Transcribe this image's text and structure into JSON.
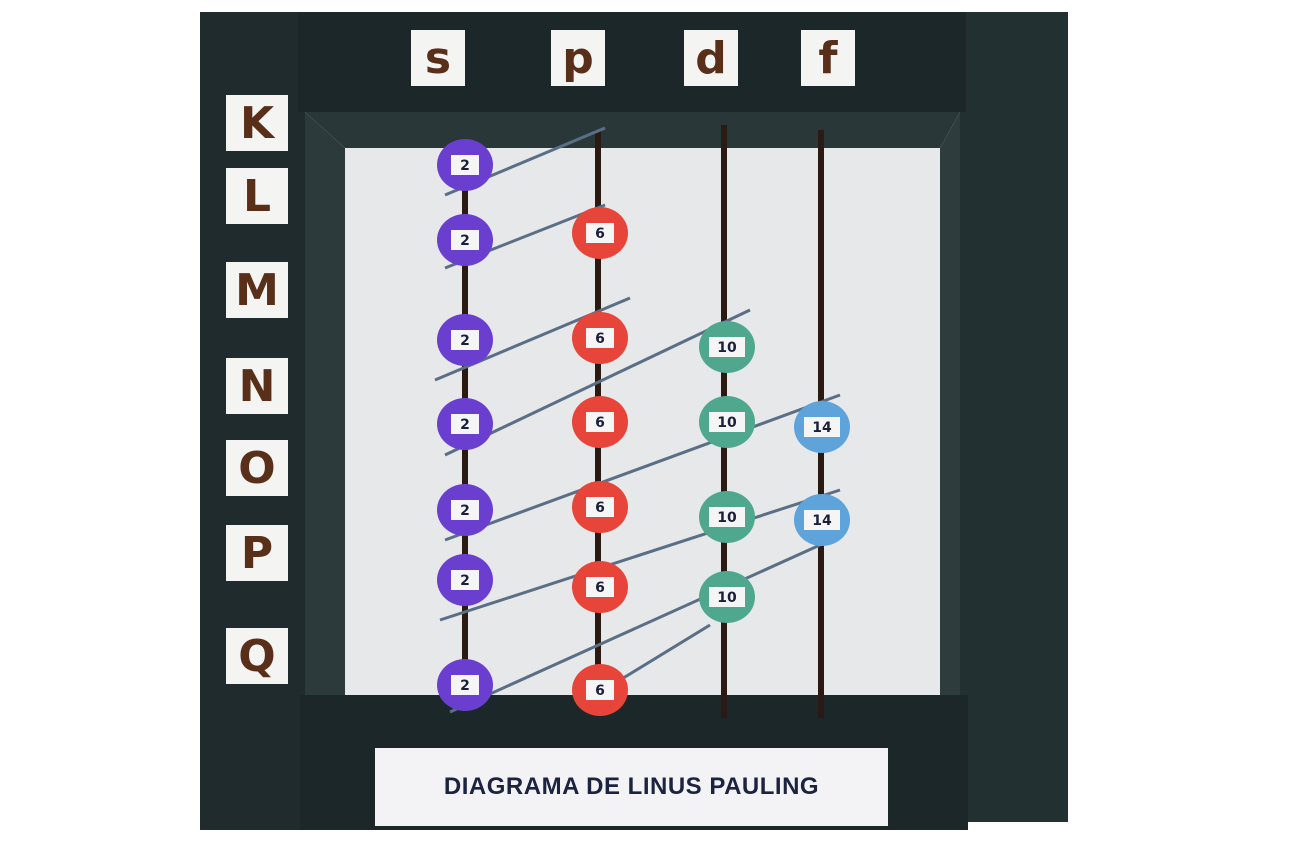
{
  "shells": [
    "K",
    "L",
    "M",
    "N",
    "O",
    "P",
    "Q"
  ],
  "subshells": [
    "s",
    "p",
    "d",
    "f"
  ],
  "columns": [
    {
      "subshell": "s",
      "color": "#6a3fd0",
      "beads": [
        "2",
        "2",
        "2",
        "2",
        "2",
        "2",
        "2"
      ]
    },
    {
      "subshell": "p",
      "color": "#e8453a",
      "beads": [
        "6",
        "6",
        "6",
        "6",
        "6",
        "6"
      ]
    },
    {
      "subshell": "d",
      "color": "#4fa88e",
      "beads": [
        "10",
        "10",
        "10",
        "10"
      ]
    },
    {
      "subshell": "f",
      "color": "#5fa3db",
      "beads": [
        "14",
        "14"
      ]
    }
  ],
  "title": "DIAGRAMA DE LINUS PAULING"
}
